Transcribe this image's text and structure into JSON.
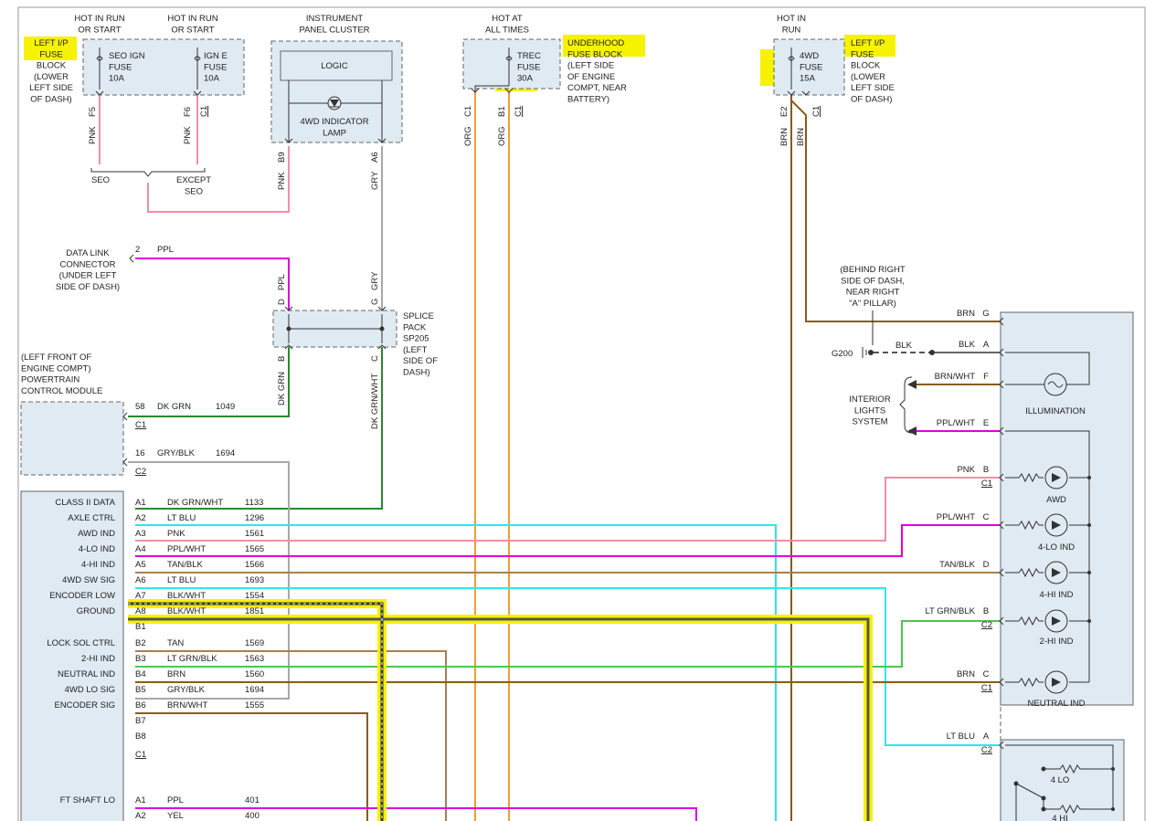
{
  "top": {
    "hot_run_start_1": [
      "HOT IN RUN",
      "OR START"
    ],
    "hot_run_start_2": [
      "HOT IN RUN",
      "OR START"
    ],
    "ipc_title": [
      "INSTRUMENT",
      "PANEL CLUSTER"
    ],
    "hot_all_times": [
      "HOT AT",
      "ALL TIMES"
    ],
    "hot_in_run": [
      "HOT IN",
      "RUN"
    ]
  },
  "left_ip_fuse_block": [
    "LEFT I/P",
    "FUSE",
    "BLOCK",
    "(LOWER",
    "LEFT SIDE",
    "OF DASH)"
  ],
  "left_ip_fuse_block_2": [
    "LEFT I/P",
    "FUSE",
    "BLOCK",
    "(LOWER",
    "LEFT SIDE",
    "OF DASH)"
  ],
  "underhood_block": [
    "UNDERHOOD",
    "FUSE BLOCK",
    "(LEFT SIDE",
    "OF ENGINE",
    "COMPT, NEAR",
    "BATTERY)"
  ],
  "fuses": {
    "seo_ign": [
      "SEO IGN",
      "FUSE",
      "10A"
    ],
    "ign_e": [
      "IGN E",
      "FUSE",
      "10A"
    ],
    "trec": [
      "TREC",
      "FUSE",
      "30A"
    ],
    "fwd": [
      "4WD",
      "FUSE",
      "15A"
    ]
  },
  "ipc": {
    "logic": "LOGIC",
    "lamp": [
      "4WD INDICATOR",
      "LAMP"
    ]
  },
  "pins_top": {
    "f5": "F5",
    "f6": "F6",
    "c1a": "C1",
    "b9": "B9",
    "a6": "A6",
    "c1b": "C1",
    "b1": "B1",
    "c1c": "C1",
    "e2": "E2",
    "c1d": "C1"
  },
  "wires_top": {
    "pnk1": "PNK",
    "pnk2": "PNK",
    "pnk3": "PNK",
    "gry1": "GRY",
    "org1": "ORG",
    "org2": "ORG",
    "brn1": "BRN",
    "brn2": "BRN"
  },
  "seo": "SEO",
  "except_seo": [
    "EXCEPT",
    "SEO"
  ],
  "dlc": {
    "label": [
      "DATA LINK",
      "CONNECTOR",
      "(UNDER LEFT",
      "SIDE OF DASH)"
    ],
    "pin": "2",
    "wire": "PPL"
  },
  "splice": {
    "label": [
      "SPLICE",
      "PACK",
      "SP205",
      "(LEFT",
      "SIDE OF",
      "DASH)"
    ],
    "d": "D",
    "ppl": "PPL",
    "g": "G",
    "gry": "GRY",
    "b": "B",
    "dkgrn": "DK GRN",
    "c": "C",
    "dkgrnwht": "DK GRN/WHT"
  },
  "pcm": {
    "label": [
      "(LEFT FRONT OF",
      "ENGINE COMPT)",
      "POWERTRAIN",
      "CONTROL MODULE"
    ],
    "pin58": "58",
    "wire58": "DK GRN",
    "circ58": "1049",
    "c1": "C1",
    "pin16": "16",
    "wire16": "GRY/BLK",
    "circ16": "1694",
    "c2": "C2"
  },
  "ground_note": [
    "(BEHIND RIGHT",
    "SIDE OF DASH,",
    "NEAR RIGHT",
    "\"A\" PILLAR)"
  ],
  "g200": "G200",
  "blk_wire": "BLK",
  "interior_lights": [
    "INTERIOR",
    "LIGHTS",
    "SYSTEM"
  ],
  "tccm_left": [
    {
      "label": "CLASS II DATA",
      "pin": "A1",
      "wire": "DK GRN/WHT",
      "circ": "1133"
    },
    {
      "label": "AXLE CTRL",
      "pin": "A2",
      "wire": "LT BLU",
      "circ": "1296"
    },
    {
      "label": "AWD IND",
      "pin": "A3",
      "wire": "PNK",
      "circ": "1561"
    },
    {
      "label": "4-LO IND",
      "pin": "A4",
      "wire": "PPL/WHT",
      "circ": "1565"
    },
    {
      "label": "4-HI IND",
      "pin": "A5",
      "wire": "TAN/BLK",
      "circ": "1566"
    },
    {
      "label": "4WD SW SIG",
      "pin": "A6",
      "wire": "LT BLU",
      "circ": "1693"
    },
    {
      "label": "ENCODER LOW",
      "pin": "A7",
      "wire": "BLK/WHT",
      "circ": "1554"
    },
    {
      "label": "GROUND",
      "pin": "A8",
      "wire": "BLK/WHT",
      "circ": "1851"
    },
    {
      "label": "",
      "pin": "B1",
      "wire": "",
      "circ": ""
    },
    {
      "label": "LOCK SOL CTRL",
      "pin": "B2",
      "wire": "TAN",
      "circ": "1569"
    },
    {
      "label": "2-HI IND",
      "pin": "B3",
      "wire": "LT GRN/BLK",
      "circ": "1563"
    },
    {
      "label": "NEUTRAL IND",
      "pin": "B4",
      "wire": "BRN",
      "circ": "1560"
    },
    {
      "label": "4WD LO SIG",
      "pin": "B5",
      "wire": "GRY/BLK",
      "circ": "1694"
    },
    {
      "label": "ENCODER SIG",
      "pin": "B6",
      "wire": "BRN/WHT",
      "circ": "1555"
    },
    {
      "label": "",
      "pin": "B7",
      "wire": "",
      "circ": ""
    },
    {
      "label": "",
      "pin": "B8",
      "wire": "",
      "circ": ""
    }
  ],
  "tccm_c1": "C1",
  "tccm_lower": [
    {
      "label": "FT SHAFT LO",
      "pin": "A1",
      "wire": "PPL",
      "circ": "401"
    },
    {
      "label": "",
      "pin": "A2",
      "wire": "YEL",
      "circ": "400"
    }
  ],
  "switch_right": [
    {
      "wire": "BRN",
      "pin": "G",
      "conn": ""
    },
    {
      "wire": "BLK",
      "pin": "A",
      "conn": ""
    },
    {
      "wire": "BRN/WHT",
      "pin": "F",
      "conn": ""
    },
    {
      "wire": "PPL/WHT",
      "pin": "E",
      "conn": ""
    },
    {
      "wire": "PNK",
      "pin": "B",
      "conn": "C1"
    },
    {
      "wire": "PPL/WHT",
      "pin": "C",
      "conn": ""
    },
    {
      "wire": "TAN/BLK",
      "pin": "D",
      "conn": ""
    },
    {
      "wire": "LT GRN/BLK",
      "pin": "B",
      "conn": "C2"
    },
    {
      "wire": "BRN",
      "pin": "C",
      "conn": "C1"
    },
    {
      "wire": "LT BLU",
      "pin": "A",
      "conn": "C2"
    }
  ],
  "switch_labels": {
    "illum": "ILLUMINATION",
    "awd": "AWD",
    "lo4": "4-LO IND",
    "hi4": "4-HI IND",
    "hi2": "2-HI IND",
    "neutral": "NEUTRAL IND",
    "r4lo": "4 LO",
    "r4hi": "4 HI"
  },
  "colors": {
    "pink": "#f28fa5",
    "purple": "#e000e0",
    "cyan": "#2ee6ee",
    "green": "#2a8a2a",
    "gray": "#a8a8a8",
    "orange": "#f39a3a",
    "brown": "#8a5c14",
    "tan": "#a88050",
    "ltgreen": "#4ac84a",
    "highlight": "#f6f200"
  }
}
